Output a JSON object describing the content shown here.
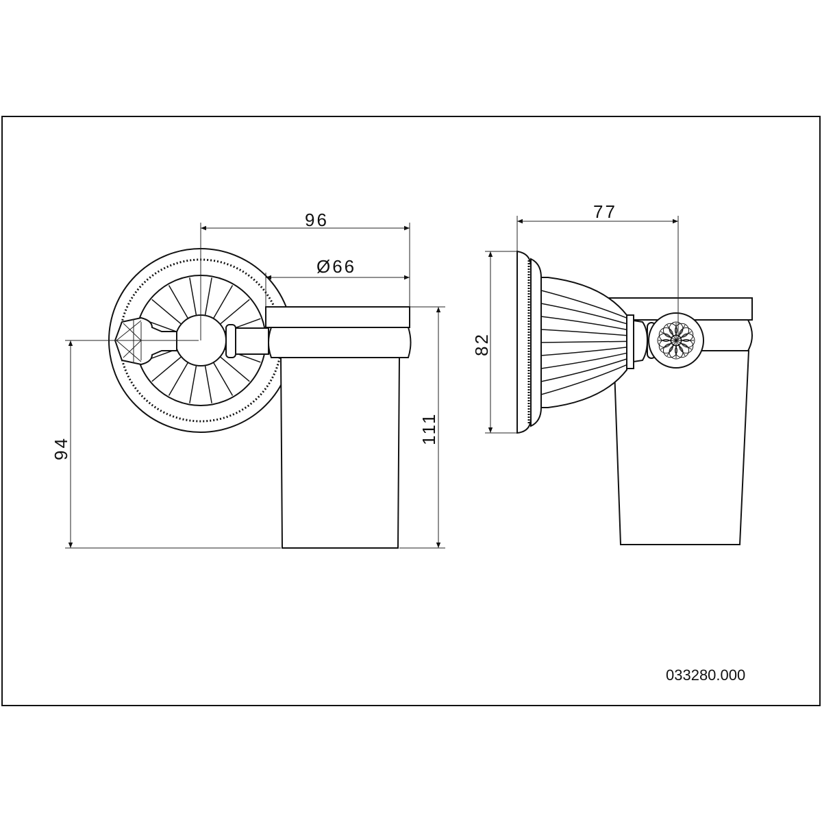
{
  "drawing": {
    "product_code": "033280.000",
    "front_view": {
      "dim_width": "96",
      "dim_cup_diameter": "Ø66",
      "dim_axis_height": "94",
      "dim_total_height": "111"
    },
    "side_view": {
      "dim_depth": "77",
      "dim_plate_height": "82"
    }
  }
}
